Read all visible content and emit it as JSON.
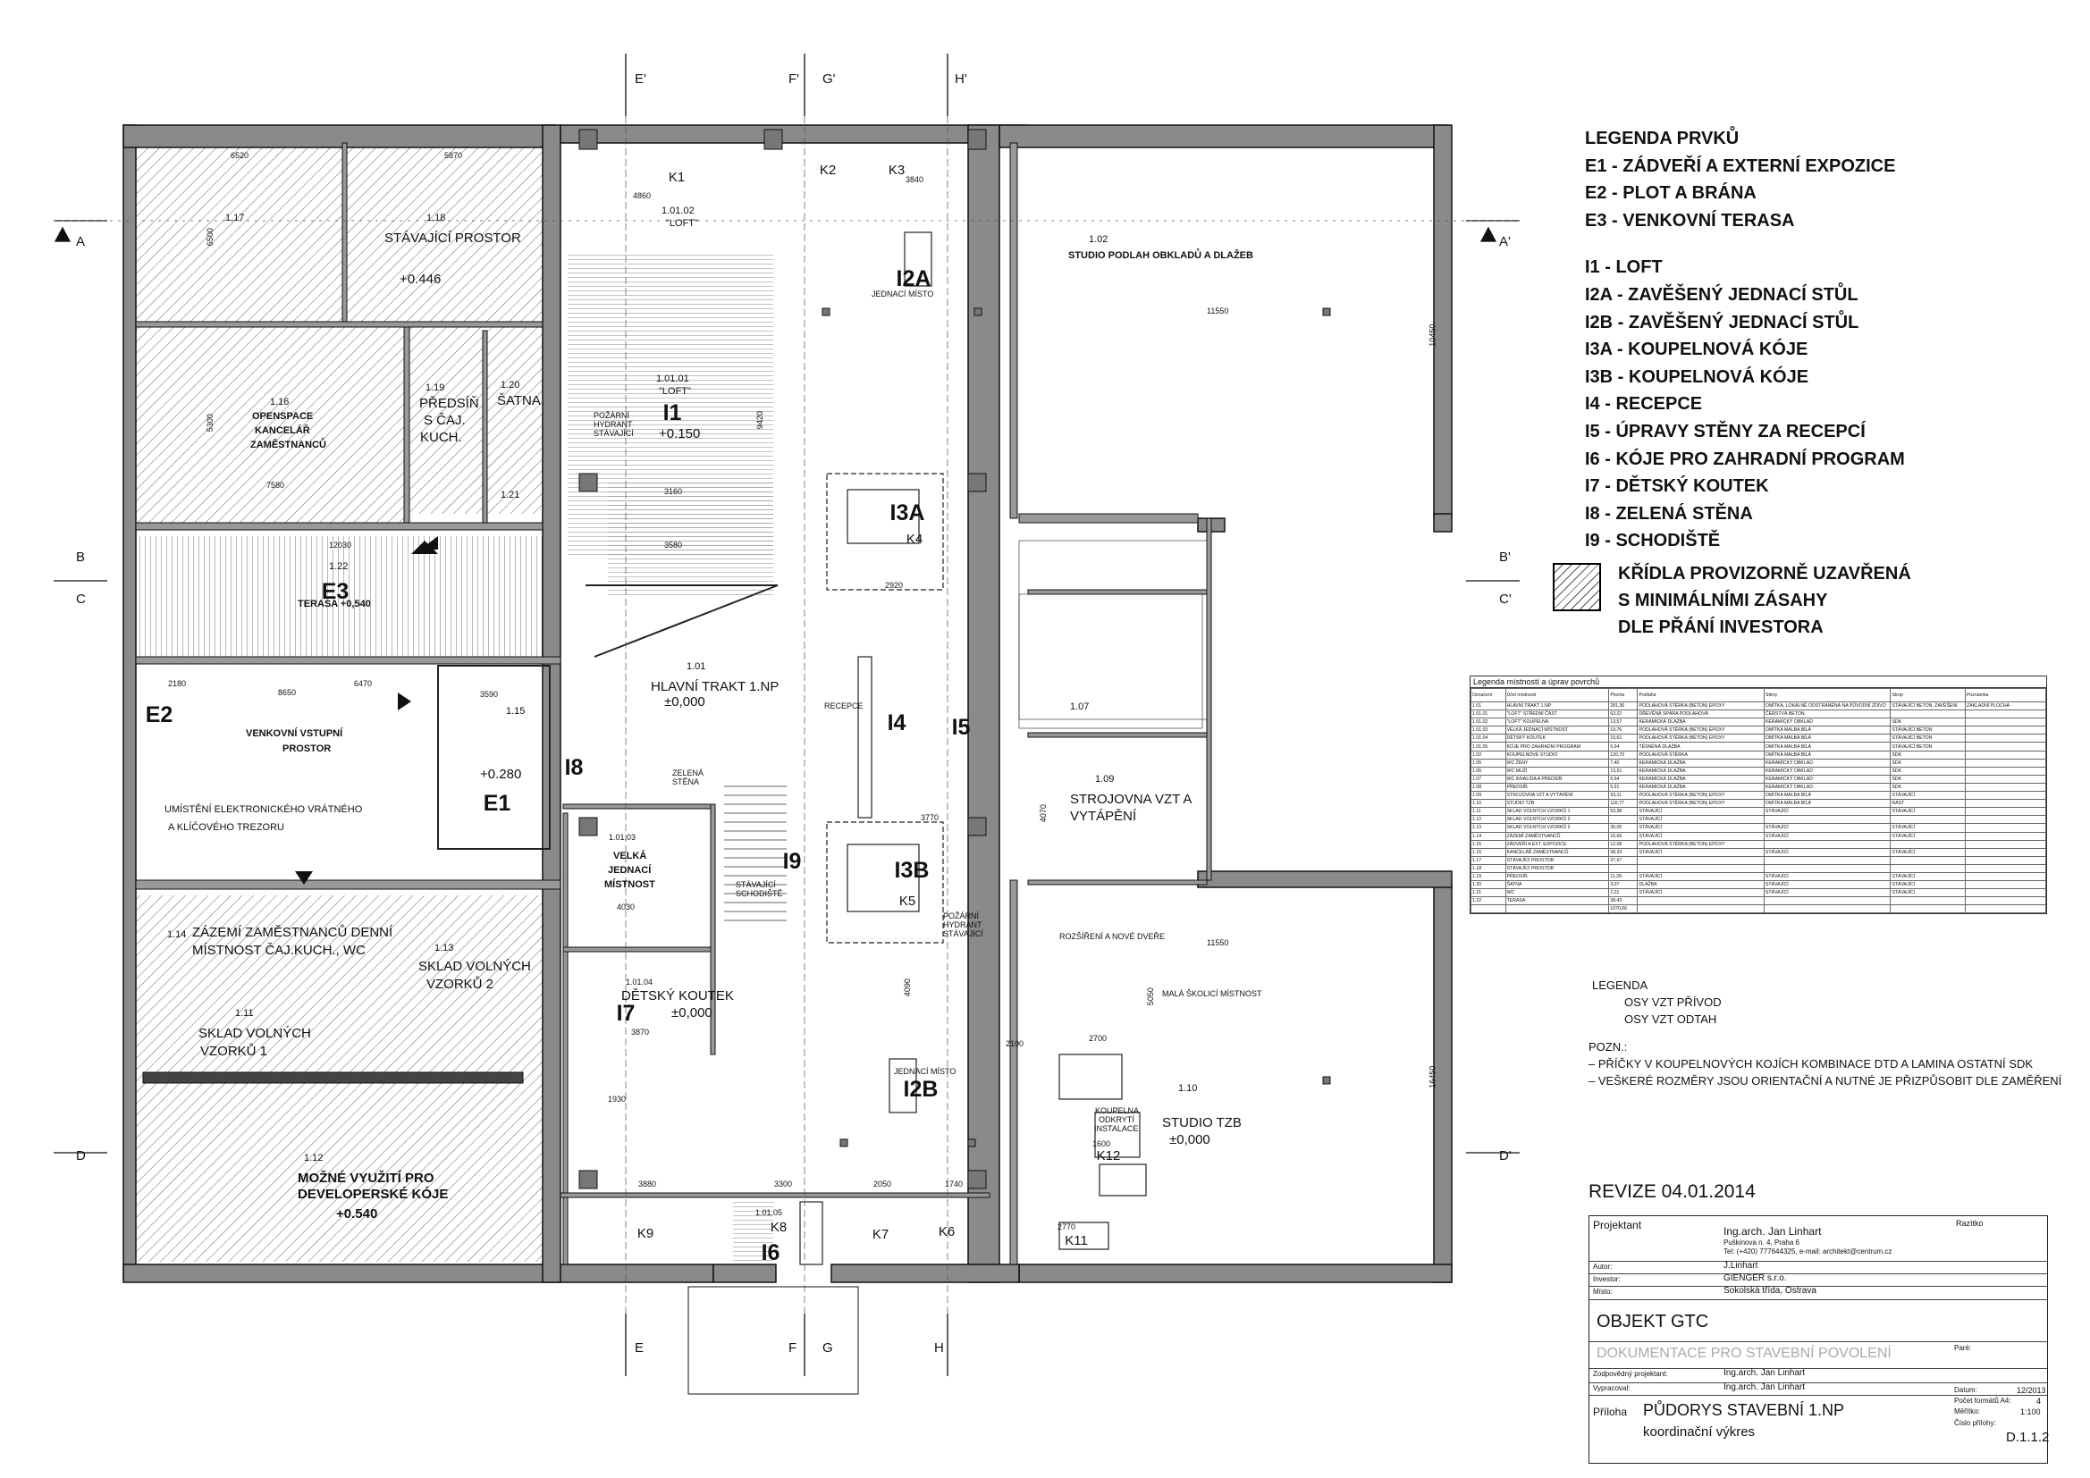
{
  "legend": {
    "title": "LEGENDA PRVKŮ",
    "exterior": [
      "E1 - ZÁDVEŘÍ A EXTERNÍ EXPOZICE",
      "E2 - PLOT A BRÁNA",
      "E3 - VENKOVNÍ TERASA"
    ],
    "interior": [
      "I1 - LOFT",
      "I2A - ZAVĚŠENÝ JEDNACÍ STŮL",
      "I2B - ZAVĚŠENÝ JEDNACÍ STŮL",
      "I3A - KOUPELNOVÁ KÓJE",
      "I3B - KOUPELNOVÁ KÓJE",
      "I4 - RECEPCE",
      "I5 - ÚPRAVY STĚNY ZA RECEPCÍ",
      "I6 - KÓJE PRO ZAHRADNÍ PROGRAM",
      "I7 - DĚTSKÝ KOUTEK",
      "I8 - ZELENÁ STĚNA",
      "I9 - SCHODIŠTĚ"
    ],
    "hatch_note": [
      "KŘÍDLA PROVIZORNĚ UZAVŘENÁ",
      "S MINIMÁLNÍMI ZÁSAHY",
      "DLE PŘÁNÍ INVESTORA"
    ]
  },
  "section_marks": [
    "A",
    "A'",
    "B",
    "B'",
    "C",
    "C'",
    "D",
    "D'",
    "E",
    "E'",
    "F",
    "F'",
    "G",
    "G'",
    "H",
    "H'"
  ],
  "elements": {
    "I1": "I1",
    "I2A": "I2A",
    "I2B": "I2B",
    "I3A": "I3A",
    "I3B": "I3B",
    "I4": "I4",
    "I5": "I5",
    "I6": "I6",
    "I7": "I7",
    "I8": "I8",
    "I9": "I9",
    "E1": "E1",
    "E2": "E2",
    "E3": "E3"
  },
  "rooms": {
    "r117": "1.17",
    "r118": [
      "1.18",
      "STÁVAJÍCÍ PROSTOR",
      "+0.446"
    ],
    "r116": [
      "1.16",
      "OPENSPACE",
      "KANCELÁŘ",
      "ZAMĚSTNANCŮ"
    ],
    "r119": [
      "1.19",
      "PŘEDSÍŇ",
      "S ČAJ.",
      "KUCH."
    ],
    "r120": [
      "1.20",
      "ŠATNA"
    ],
    "r121": "1.21",
    "r122": [
      "1.22",
      "TERASA +0,540"
    ],
    "r101_01": [
      "1.01.01",
      "\"LOFT\"",
      "+0.150"
    ],
    "r101_02": [
      "1.01.02",
      "\"LOFT\""
    ],
    "r102": [
      "1.02",
      "STUDIO PODLAH OBKLADŮ A DLAŽEB"
    ],
    "r101": [
      "1.01",
      "HLAVNÍ TRAKT 1.NP",
      "±0,000"
    ],
    "r115": [
      "1.15",
      "+0.280"
    ],
    "venkovni": [
      "VENKOVNÍ VSTUPNÍ",
      "PROSTOR"
    ],
    "umisteni": [
      "UMÍSTĚNÍ ELEKTRONICKÉHO VRÁTNÉHO",
      "A KLÍČOVÉHO TREZORU"
    ],
    "r101_03": [
      "1.01.03",
      "VELKÁ",
      "JEDNACÍ",
      "MÍSTNOST"
    ],
    "r101_04": [
      "1.01.04",
      "DĚTSKÝ KOUTEK",
      "±0,000"
    ],
    "r109": [
      "1.09",
      "STROJOVNA VZT A",
      "VYTÁPĚNÍ"
    ],
    "r107": "1.07",
    "r110": [
      "1.10",
      "STUDIO TZB",
      "±0,000"
    ],
    "r114": [
      "1.14",
      "ZÁZEMÍ ZAMĚSTNANCŮ DENNÍ",
      "MÍSTNOST ČAJ.KUCH., WC"
    ],
    "r113": [
      "1.13",
      "SKLAD VOLNÝCH",
      "VZORKŮ 2"
    ],
    "r111": [
      "1.11",
      "SKLAD VOLNÝCH",
      "VZORKŮ 1"
    ],
    "r112": [
      "1.12",
      "MOŽNÉ VYUŽITÍ PRO",
      "DEVELOPERSKÉ KÓJE",
      "+0.540"
    ],
    "r101_05": "1.01.05",
    "mala": "MALÁ ŠKOLICÍ MÍSTNOST",
    "koupelna": [
      "KOUPELNA",
      "ODKRYTÍ",
      "INSTALACE"
    ],
    "rozsireni": "ROZŠÍŘENÍ A NOVÉ DVEŘE",
    "jednaci1": "JEDNACÍ MÍSTO",
    "jednaci2": "JEDNACÍ MÍSTO",
    "recepce": "RECEPCE",
    "zelena": [
      "ZELENÁ",
      "STĚNA"
    ],
    "stav_schod": [
      "STÁVAJÍCÍ",
      "SCHODIŠTĚ"
    ],
    "pozarni": [
      "POŽÁRNÍ",
      "HYDRANT",
      "STÁVAJÍCÍ"
    ],
    "pozarni2": [
      "POŽÁRNÍ",
      "HYDRANT",
      "STÁVAJÍCÍ"
    ]
  },
  "kiosks": [
    "K1",
    "K2",
    "K3",
    "K4",
    "K5",
    "K6",
    "K7",
    "K8",
    "K9",
    "K11",
    "K12"
  ],
  "dims": {
    "d6520": "6520",
    "d5870": "5870",
    "d12030": "12030",
    "d8650": "8650",
    "d6470": "6470",
    "d2180": "2180",
    "d11550": "11550",
    "d11550b": "11550",
    "d9420": "9420",
    "d3880": "3880",
    "d3300": "3300",
    "d2050": "2050",
    "d1740": "1740",
    "d2770": "2770",
    "d3870": "3870",
    "d4030": "4030",
    "d2920": "2920",
    "d3580": "3580",
    "d4090": "4090",
    "d3160": "3160",
    "d3590": "3590",
    "d3770": "3770",
    "d1600": "1600",
    "d2700": "2700",
    "d2100": "2100",
    "d1930": "1930",
    "d16450": "16450",
    "d10450": "10450",
    "d4070": "4070",
    "d5050": "5050",
    "d3840": "3840",
    "d4860": "4860",
    "d7580": "7580",
    "d5300": "5300",
    "d6500": "6500"
  },
  "notes": {
    "legenda": "LEGENDA",
    "osy1": "OSY VZT PŘÍVOD",
    "osy2": "OSY VZT ODTAH",
    "pozn": "POZN.:",
    "p1": "– PŘÍČKY V KOUPELNOVÝCH KOJÍCH KOMBINACE DTD A LAMINA OSTATNÍ SDK",
    "p2": "– VEŠKERÉ ROZMĚRY JSOU ORIENTAČNÍ A NUTNÉ JE PŘIZPŮSOBIT DLE ZAMĚŘENÍ"
  },
  "schedule": {
    "title": "Legenda místností a úprav povrchů",
    "headers": [
      "Označení",
      "Účel místnosti",
      "Plocha",
      "Podlaha",
      "Stěny",
      "Strop",
      "Poznámka"
    ],
    "rows": [
      [
        "1.01",
        "HLAVNÍ TRAKT 1.NP",
        "281,36",
        "PODLAHOVÁ STĚRKA (BETON) EPOXY",
        "OMÍTKA, LOKÁLNĚ ODSTRANĚNÁ NA PŮVODNÍ ZDIVO",
        "STÁVAJÍCÍ BETON, ZAVĚŠENÍ",
        "ZÁKLADNÍ PLOCHA"
      ],
      [
        "1.01.01",
        "\"LOFT\" STŘEDNÍ ČÁST",
        "63,22",
        "DŘEVĚNÁ SPÁRA PODLAHOVÁ",
        "ČERSTVÁ BETON",
        "",
        ""
      ],
      [
        "1.01.02",
        "\"LOFT\" KOUPELNA",
        "13,57",
        "KERAMICKÁ DLAŽBA",
        "KERAMICKÝ OBKLAD",
        "SDK",
        ""
      ],
      [
        "1.01.03",
        "VELKÁ JEDNACÍ MÍSTNOST",
        "19,76",
        "PODLAHOVÁ STĚRKA (BETON) EPOXY",
        "OMÍTKA MALBA BÍLÁ",
        "STÁVAJÍCÍ BETON",
        ""
      ],
      [
        "1.01.04",
        "DĚTSKÝ KOUTEK",
        "15,61",
        "PODLAHOVÁ STĚRKA (BETON) EPOXY",
        "OMÍTKA MALBA BÍLÁ",
        "STÁVAJÍCÍ BETON",
        ""
      ],
      [
        "1.01.05",
        "KÓJE PRO ZAHRADNÍ PROGRAM",
        "6,54",
        "TĚSNĚNÁ DLAŽBA",
        "OMÍTKA MALBA BÍLÁ",
        "STÁVAJÍCÍ BETON",
        ""
      ],
      [
        "1.02",
        "KOUPELNOVÉ STUDIO",
        "120,70",
        "PODLAHOVÁ STĚRKA",
        "OMÍTKA MALBA BÍLÁ",
        "SDK",
        ""
      ],
      [
        "1.05",
        "WC ŽENY",
        "7,40",
        "KERAMICKÁ DLAŽBA",
        "KERAMICKÝ OBKLAD",
        "SDK",
        ""
      ],
      [
        "1.06",
        "WC MUŽI",
        "13,51",
        "KERAMICKÁ DLAŽBA",
        "KERAMICKÝ OBKLAD",
        "SDK",
        ""
      ],
      [
        "1.07",
        "WC INVALIDA A PŘEDSÍŇ",
        "6,64",
        "KERAMICKÁ DLAŽBA",
        "KERAMICKÝ OBKLAD",
        "SDK",
        ""
      ],
      [
        "1.08",
        "PŘEDSÍŇ",
        "5,91",
        "KERAMICKÁ DLAŽBA",
        "KERAMICKÝ OBKLAD",
        "SDK",
        ""
      ],
      [
        "1.09",
        "STROJOVNA VZT A VYTÁPĚNÍ",
        "33,11",
        "PODLAHOVÁ STĚRKA (BETON) EPOXY",
        "OMÍTKA MALBA BÍLÁ",
        "STÁVAJÍCÍ",
        ""
      ],
      [
        "1.10",
        "STUDIO TZB",
        "116,77",
        "PODLAHOVÁ STĚRKA (BETON) EPOXY",
        "OMÍTKA MALBA BÍLÁ",
        "RAST",
        ""
      ],
      [
        "1.11",
        "SKLAD VOLNÝCH VZORKŮ 1",
        "53,38",
        "STÁVAJÍCÍ",
        "STÁVAJÍCÍ",
        "STÁVAJÍCÍ",
        ""
      ],
      [
        "1.12",
        "SKLAD VOLNÝCH VZORKŮ 2",
        "",
        "STÁVAJÍCÍ",
        "",
        "",
        ""
      ],
      [
        "1.13",
        "SKLAD VOLNÝCH VZORKŮ 2",
        "30,05",
        "STÁVAJÍCÍ",
        "STÁVAJÍCÍ",
        "STÁVAJÍCÍ",
        ""
      ],
      [
        "1.14",
        "ZÁZEMÍ ZAMĚSTNANCŮ",
        "16,66",
        "STÁVAJÍCÍ",
        "STÁVAJÍCÍ",
        "STÁVAJÍCÍ",
        ""
      ],
      [
        "1.15",
        "ZÁDVEŘÍ A EXT. EXPOZICE",
        "12,08",
        "PODLAHOVÁ STĚRKA (BETON) EPOXY",
        "",
        "",
        ""
      ],
      [
        "1.16",
        "KANCELÁŘ ZAMĚSTNANCŮ",
        "38,33",
        "STÁVAJÍCÍ",
        "STÁVAJÍCÍ",
        "STÁVAJÍCÍ",
        ""
      ],
      [
        "1.17",
        "STÁVAJÍCÍ PROSTOR",
        "37,67",
        "",
        "",
        "",
        ""
      ],
      [
        "1.18",
        "STÁVAJÍCÍ PROSTOR",
        "",
        "",
        "",
        "",
        ""
      ],
      [
        "1.19",
        "PŘEDSÍŇ",
        "11,28",
        "STÁVAJÍCÍ",
        "STÁVAJÍCÍ",
        "STÁVAJÍCÍ",
        ""
      ],
      [
        "1.20",
        "ŠATNA",
        "3,07",
        "DLAŽBA",
        "STÁVAJÍCÍ",
        "STÁVAJÍCÍ",
        ""
      ],
      [
        "1.21",
        "WC",
        "2,01",
        "STÁVAJÍCÍ",
        "STÁVAJÍCÍ",
        "STÁVAJÍCÍ",
        ""
      ],
      [
        "1.22",
        "TERASA",
        "38,43",
        "",
        "",
        "",
        ""
      ],
      [
        "",
        "",
        "1070,66",
        "",
        "",
        "",
        ""
      ]
    ]
  },
  "revision": "REVIZE 04.01.2014",
  "titleblock": {
    "projektant_lbl": "Projektant",
    "projektant": "Ing.arch. Jan Linhart",
    "address": "Puškinova n. 4, Praha 6",
    "contact": "Tel: (+420) 777644325, e-mail: architekt@centrum.cz",
    "razitko": "Razítko",
    "autor_lbl": "Autor:",
    "autor": "J.Linhart",
    "investor_lbl": "Investor:",
    "investor": "GIENGER s.r.o.",
    "misto_lbl": "Místo:",
    "misto": "Sokolská třída, Ostrava",
    "objekt": "OBJEKT GTC",
    "dokumentace": "DOKUMENTACE PRO STAVEBNÍ POVOLENÍ",
    "paré": "Paré:",
    "zodp_lbl": "Zodpovědný projektant:",
    "zodp": "Ing.arch. Jan Linhart",
    "vypr_lbl": "Vypracoval:",
    "vypr": "Ing.arch. Jan Linhart",
    "datum_lbl": "Datum:",
    "datum": "12/2013",
    "formatu_lbl": "Počet formátů A4:",
    "formatu": "4",
    "meritko_lbl": "Měřítko:",
    "meritko": "1:100",
    "cislo_lbl": "Číslo přílohy:",
    "cislo": "D.1.1.2",
    "priloha_lbl": "Příloha",
    "priloha": "PŮDORYS STAVEBNÍ 1.NP",
    "priloha2": "koordinační výkres"
  }
}
